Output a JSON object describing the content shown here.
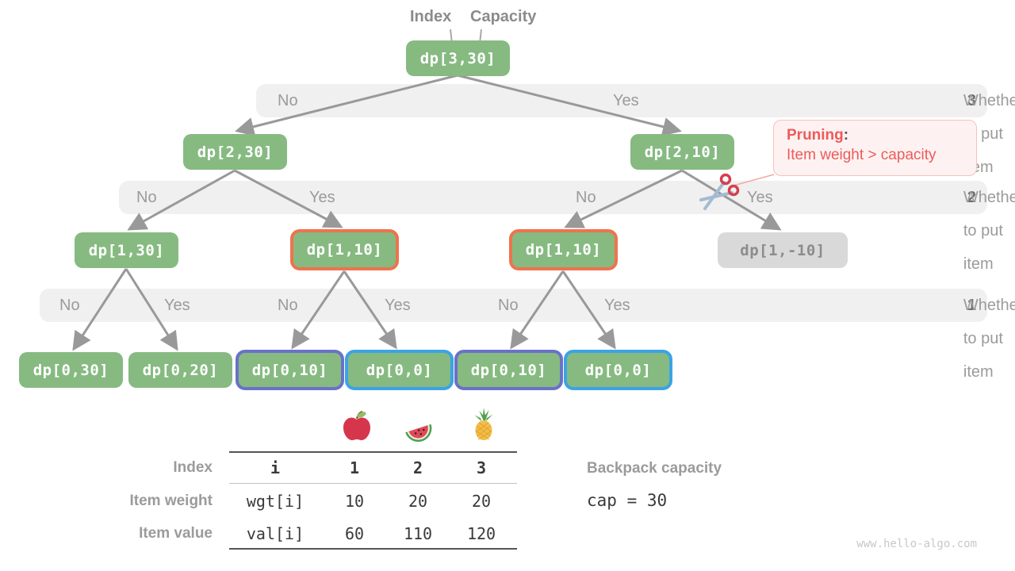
{
  "header": {
    "index_label": "Index",
    "capacity_label": "Capacity"
  },
  "nodes": [
    {
      "label": "dp[3,30]",
      "variant": "green"
    },
    {
      "label": "dp[2,30]",
      "variant": "green"
    },
    {
      "label": "dp[2,10]",
      "variant": "green"
    },
    {
      "label": "dp[1,30]",
      "variant": "green"
    },
    {
      "label": "dp[1,10]",
      "variant": "orange-border"
    },
    {
      "label": "dp[1,10]",
      "variant": "orange-border"
    },
    {
      "label": "dp[1,-10]",
      "variant": "gray"
    },
    {
      "label": "dp[0,30]",
      "variant": "green"
    },
    {
      "label": "dp[0,20]",
      "variant": "green"
    },
    {
      "label": "dp[0,10]",
      "variant": "purple-border"
    },
    {
      "label": "dp[0,0]",
      "variant": "blue-border"
    },
    {
      "label": "dp[0,10]",
      "variant": "purple-border"
    },
    {
      "label": "dp[0,0]",
      "variant": "blue-border"
    }
  ],
  "bands": [
    {
      "labels": [
        "No",
        "Yes"
      ],
      "caption": "Whether to put item",
      "item": "3"
    },
    {
      "labels": [
        "No",
        "Yes",
        "No",
        "Yes"
      ],
      "caption": "Whether to put item",
      "item": "2"
    },
    {
      "labels": [
        "No",
        "Yes",
        "No",
        "Yes",
        "No",
        "Yes"
      ],
      "caption": "Whether to put item",
      "item": "1"
    }
  ],
  "pruning": {
    "title": "Pruning",
    "colon": ":",
    "line": "Item weight > capacity"
  },
  "icons": [
    "scissors-icon",
    "apple-icon",
    "watermelon-icon",
    "pineapple-icon"
  ],
  "table": {
    "rows": [
      {
        "label": "Index",
        "key": "i",
        "values": [
          "1",
          "2",
          "3"
        ]
      },
      {
        "label": "Item weight",
        "key": "wgt[i]",
        "values": [
          "10",
          "20",
          "20"
        ]
      },
      {
        "label": "Item value",
        "key": "val[i]",
        "values": [
          "60",
          "110",
          "120"
        ]
      }
    ]
  },
  "capacity": {
    "label": "Backpack capacity",
    "value": "cap = 30"
  },
  "watermark": "www.hello-algo.com",
  "colors": {
    "node_green": "#86ba81",
    "node_gray_bg": "#d9d9d9",
    "node_gray_text": "#8c8c8c",
    "border_orange": "#ee734d",
    "border_purple": "#6a71c8",
    "border_blue": "#3ba3e6",
    "band_bg": "#f0f0f0",
    "arrow_gray": "#999999",
    "pruning_red": "#ee5a5a"
  }
}
